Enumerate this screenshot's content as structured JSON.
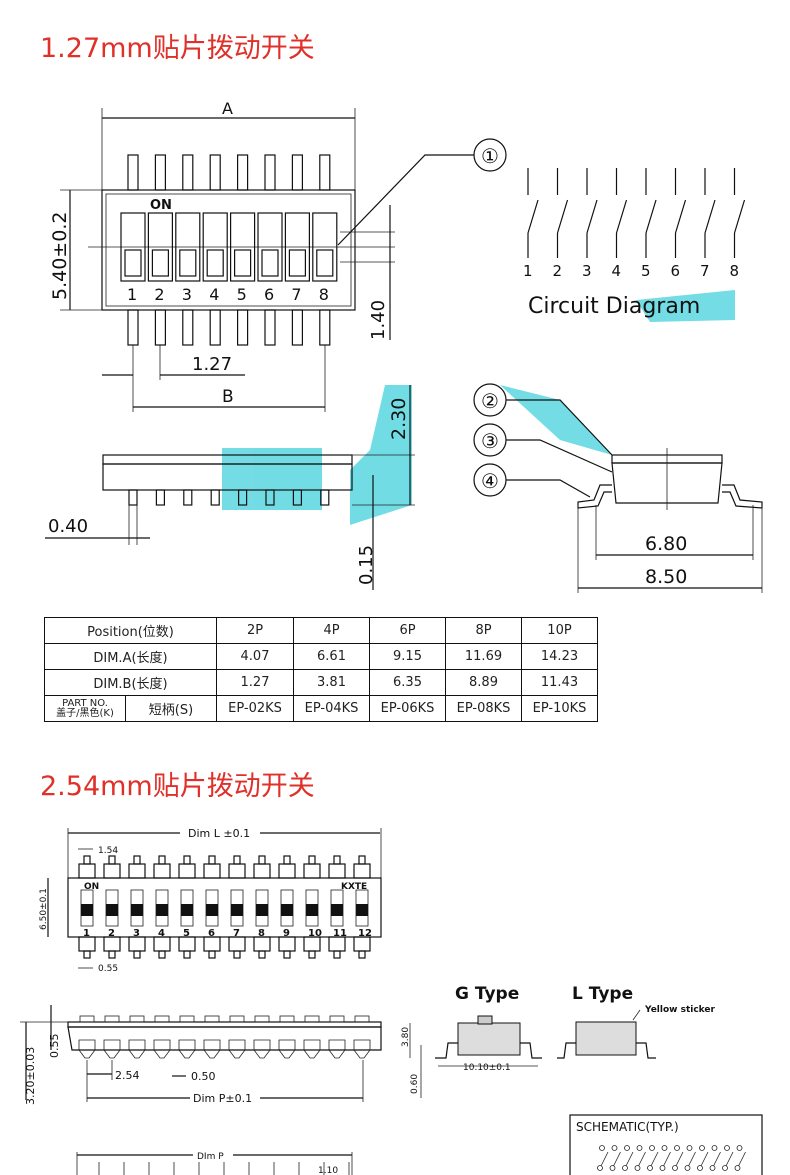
{
  "section1": {
    "title": "1.27mm贴片拨动开关",
    "dim_a": "A",
    "dim_b": "B",
    "on_label": "ON",
    "switch_numbers": [
      "1",
      "2",
      "3",
      "4",
      "5",
      "6",
      "7",
      "8"
    ],
    "height_dim": "5.40±0.2",
    "pitch_dim": "1.27",
    "actuator_dim": "1.40",
    "callouts": [
      "①",
      "②",
      "③",
      "④"
    ],
    "circuit_numbers": [
      "1",
      "2",
      "3",
      "4",
      "5",
      "6",
      "7",
      "8"
    ],
    "circuit_label": "Circuit Diagram",
    "side_height": "2.30",
    "pin_width": "0.40",
    "standoff": "0.15",
    "body_width": "6.80",
    "overall_width": "8.50"
  },
  "table": {
    "header_label": "Position(位数)",
    "positions": [
      "2P",
      "4P",
      "6P",
      "8P",
      "10P"
    ],
    "dim_a_label": "DIM.A(长度)",
    "dim_a": [
      "4.07",
      "6.61",
      "9.15",
      "11.69",
      "14.23"
    ],
    "dim_b_label": "DIM.B(长度)",
    "dim_b": [
      "1.27",
      "3.81",
      "6.35",
      "8.89",
      "11.43"
    ],
    "part_no_label": "PART NO.",
    "part_no_sub": "盖子/黑色(K)",
    "short_handle": "短柄(S)",
    "part_numbers": [
      "EP-02KS",
      "EP-04KS",
      "EP-06KS",
      "EP-08KS",
      "EP-10KS"
    ]
  },
  "section2": {
    "title": "2.54mm贴片拨动开关",
    "dim_l": "Dim L ±0.1",
    "pin_pitch_top": "1.54",
    "pin_width_top": "0.55",
    "height_dim": "6.50±0.1",
    "on_label": "ON",
    "brand": "KXTE",
    "switch_numbers": [
      "1",
      "2",
      "3",
      "4",
      "5",
      "6",
      "7",
      "8",
      "9",
      "10",
      "11",
      "12"
    ],
    "side_055": "0.55",
    "side_height": "3.20±0.03",
    "pitch": "2.54",
    "lead_width": "0.50",
    "dim_p_tol": "Dim P±0.1",
    "dim_p": "DIm P",
    "dim_110": "1.10",
    "g_type": "G Type",
    "l_type": "L Type",
    "yellow_sticker": "Yellow sticker",
    "g_height": "3.80",
    "g_width": "10.10±0.1",
    "g_standoff": "0.60",
    "schematic": "SCHEMATIC(TYP.)"
  },
  "colors": {
    "title": "#e0302a",
    "highlight": "#5ad6e0"
  }
}
